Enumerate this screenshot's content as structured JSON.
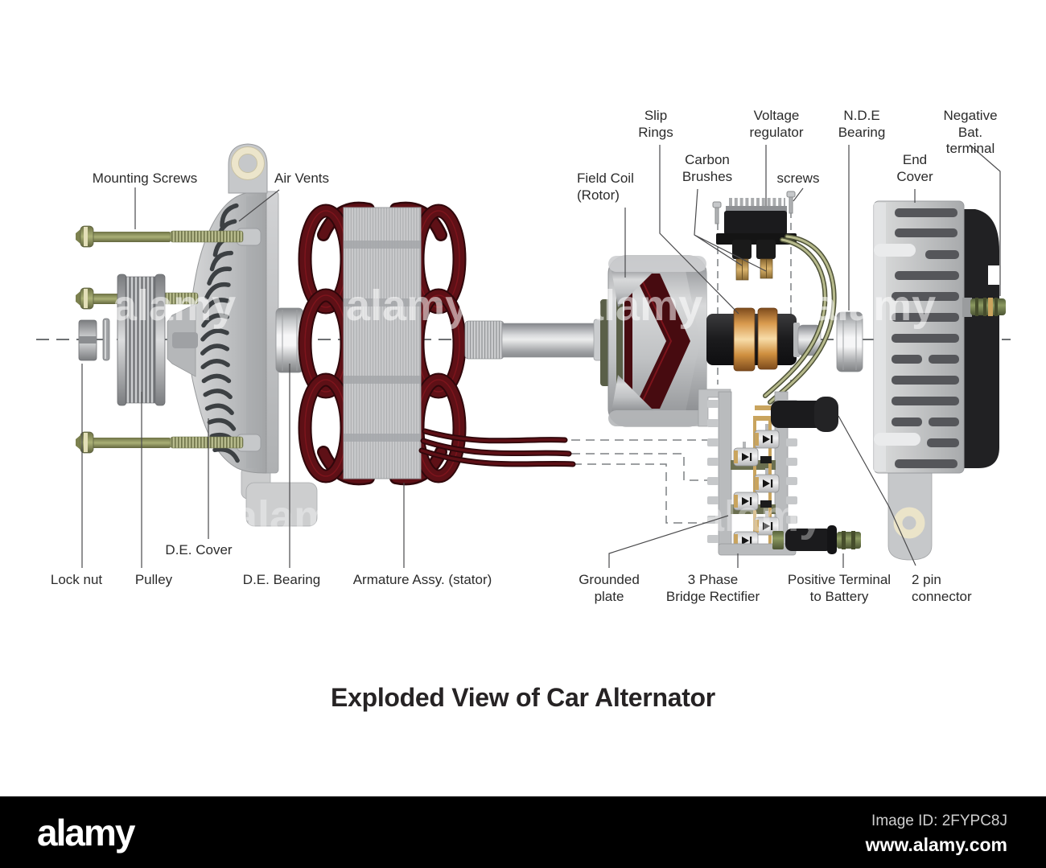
{
  "title": "Exploded View of Car Alternator",
  "labels": {
    "mounting_screws": "Mounting Screws",
    "air_vents": "Air Vents",
    "field_coil": "Field Coil\n(Rotor)",
    "slip_rings": "Slip\nRings",
    "carbon_brushes": "Carbon\nBrushes",
    "voltage_regulator": "Voltage\nregulator",
    "regulator_screws": "screws",
    "nde_bearing": "N.D.E\nBearing",
    "end_cover": "End\nCover",
    "negative_terminal": "Negative\nBat. terminal",
    "lock_nut": "Lock nut",
    "pulley": "Pulley",
    "de_cover": "D.E. Cover",
    "de_bearing": "D.E. Bearing",
    "armature": "Armature Assy. (stator)",
    "grounded_plate": "Grounded\nplate",
    "rectifier": "3 Phase\nBridge Rectifier",
    "positive_terminal": "Positive Terminal\nto Battery",
    "two_pin": "2 pin\nconnector"
  },
  "watermark": {
    "logo": "alamy",
    "ghost_text": "alamy",
    "image_id": "Image ID: 2FYPC8J",
    "url": "www.alamy.com"
  },
  "palette": {
    "winding": "#5e1016",
    "winding-dark": "#470b10",
    "winding-line": "#7d141c",
    "copper": "#cf8f3f",
    "olive": "#8f945f",
    "brass": "#c9a45e",
    "fin": "#3c4043",
    "green-terminal": "#6f7849",
    "part-black": "#1b1b1d",
    "leader": "#4a4a4c",
    "dash": "#7d8083",
    "label-color": "#2b2b2b",
    "bar-bg": "#000000"
  }
}
